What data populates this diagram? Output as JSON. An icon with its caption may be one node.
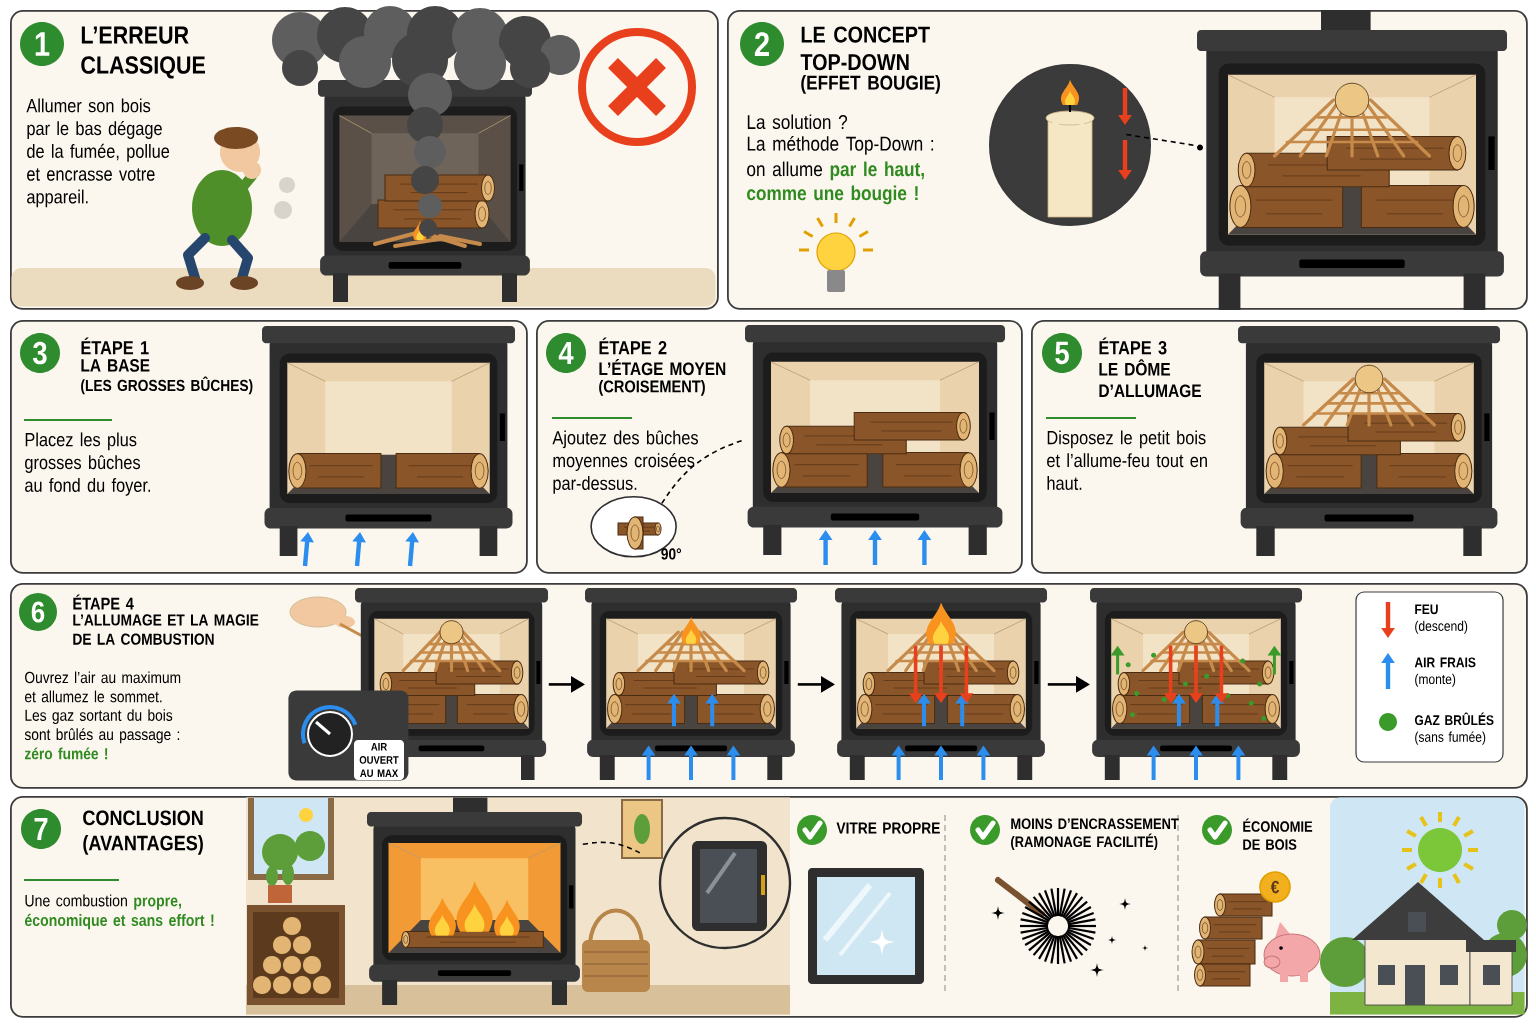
{
  "diagram": {
    "nodes": [
      {
        "text": [
          "1",
          "L’ERREUR CLASSIQUE",
          "Allumer son bois par le bas dégage de la fumée, pollue et encrasse votre appareil."
        ]
      },
      {
        "text": [
          "2",
          "LE CONCEPT TOP-DOWN",
          "(EFFET BOUGIE)",
          "La solution ?",
          "La méthode Top-Down :",
          "on allume **par le haut, comme une bougie !**"
        ]
      },
      {
        "text": [],
        "shape": "picture",
        "in": 1
      },
      {
        "text": [],
        "shape": "picture",
        "in": 1
      },
      {
        "text": [
          "3",
          "ÉTAPE 1",
          "LA BASE",
          "(LES GROSSES BÛCHES)",
          "Placez les plus grosses bûches au fond du foyer."
        ]
      },
      {
        "text": [
          "4",
          "ÉTAPE 2",
          "L’ÉTAGE MOYEN",
          "(CROISEMENT)",
          "Ajoutez des bûches moyennes croisées par-dessus."
        ]
      },
      {
        "text": [
          "90°"
        ],
        "in": 5
      },
      {
        "text": [],
        "shape": "picture",
        "in": 5
      },
      {
        "text": [
          "5",
          "ÉTAPE 3",
          "LE DÔME D’ALLUMAGE",
          "Disposez le petit bois et l’allume-feu tout en haut."
        ]
      },
      {
        "text": [
          "6",
          "ÉTAPE 4",
          "L’ALLUMAGE ET LA MAGIE DE LA COMBUSTION",
          "Ouvrez l’air au maximum et allumez le sommet.",
          "Les gaz sortant du bois sont brûlés au passage : **zéro fumée !**"
        ]
      },
      {
        "text": [],
        "shape": "picture",
        "in": 9
      },
      {
        "text": [
          "AIR OUVERT AU MAX"
        ],
        "in": 9
      },
      {
        "text": [],
        "shape": "picture",
        "in": 9
      },
      {
        "text": [],
        "shape": "picture",
        "in": 9
      },
      {
        "text": [],
        "shape": "picture",
        "in": 9
      },
      {
        "text": [
          "7",
          "CONCLUSION (AVANTAGES)",
          "Une combustion **propre, économique et sans effort !**"
        ]
      },
      {
        "text": [],
        "shape": "picture",
        "in": 15
      },
      {
        "text": [],
        "shape": "picture",
        "in": 15
      }
    ],
    "edges": [
      {
        "from": 2,
        "to": 3,
        "arrow": "none",
        "style": "dashed"
      },
      {
        "from": 6,
        "to": 7,
        "arrow": "none",
        "style": "dashed"
      },
      {
        "from": 10,
        "to": 12,
        "arrow": "to"
      },
      {
        "from": 12,
        "to": 13,
        "arrow": "to"
      },
      {
        "from": 13,
        "to": 14,
        "arrow": "to"
      },
      {
        "from": 16,
        "to": 17,
        "arrow": "none",
        "style": "dashed"
      }
    ],
    "labels": [
      "VITRE PROPRE",
      "MOINS D’ENCRASSEMENT (RAMONAGE FACILITÉ)",
      "ÉCONOMIE DE BOIS",
      "€"
    ],
    "legend": [
      {
        "text": "**FEU** (descend)"
      },
      {
        "text": "**AIR FRAIS** (monte)"
      },
      {
        "text": "**GAZ BRÛLÉS** (sans fumée)",
        "color": "#3a9a2a"
      }
    ]
  }
}
